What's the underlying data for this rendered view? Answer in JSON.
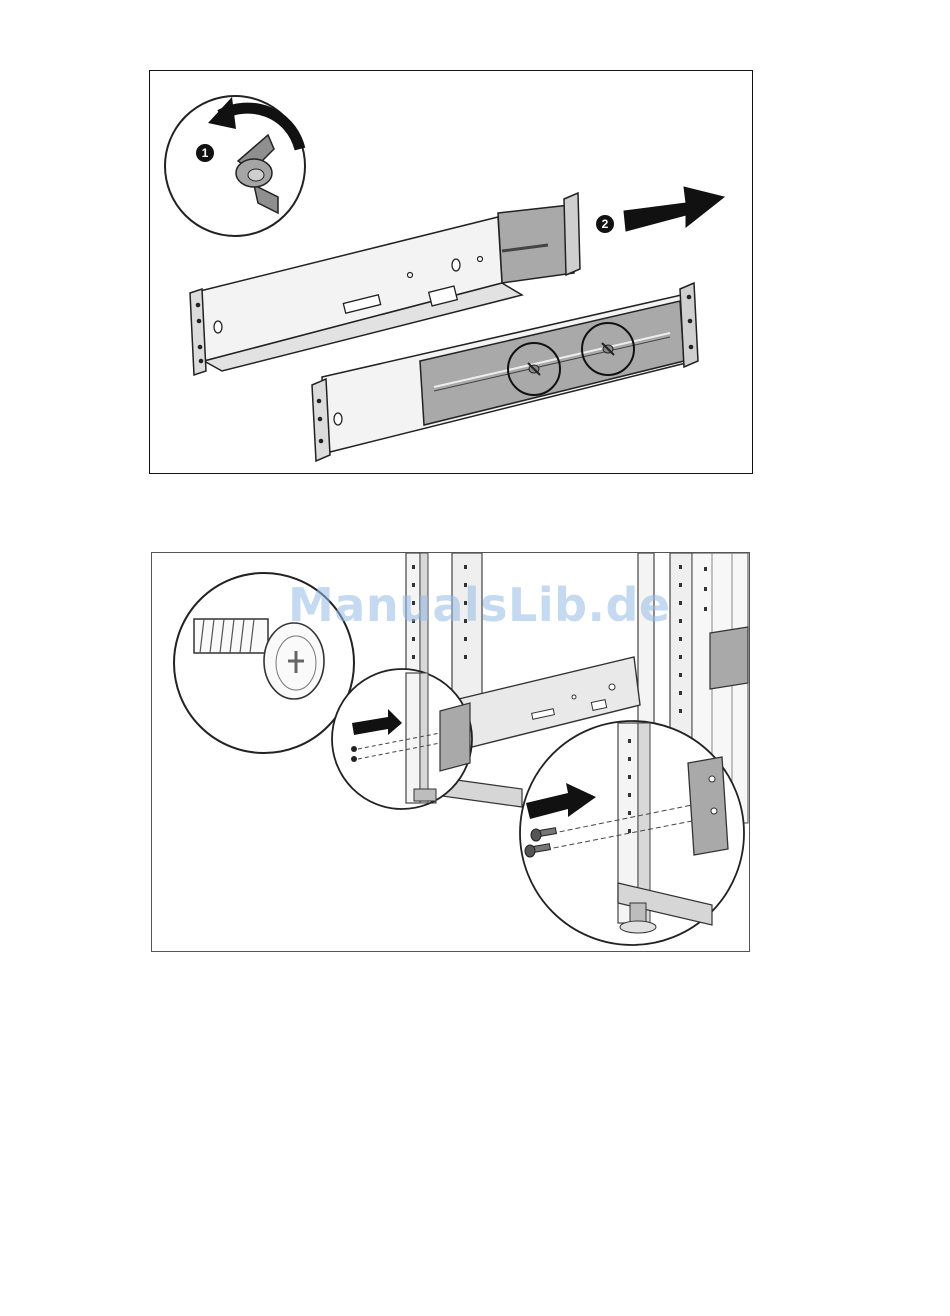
{
  "figure1": {
    "step_1": "1",
    "step_2": "2"
  },
  "watermark": {
    "text": "ManualsLib.de"
  },
  "colors": {
    "line": "#222222",
    "fill_gray": "#a9a9a9",
    "fill_light": "#e6e6e6"
  }
}
